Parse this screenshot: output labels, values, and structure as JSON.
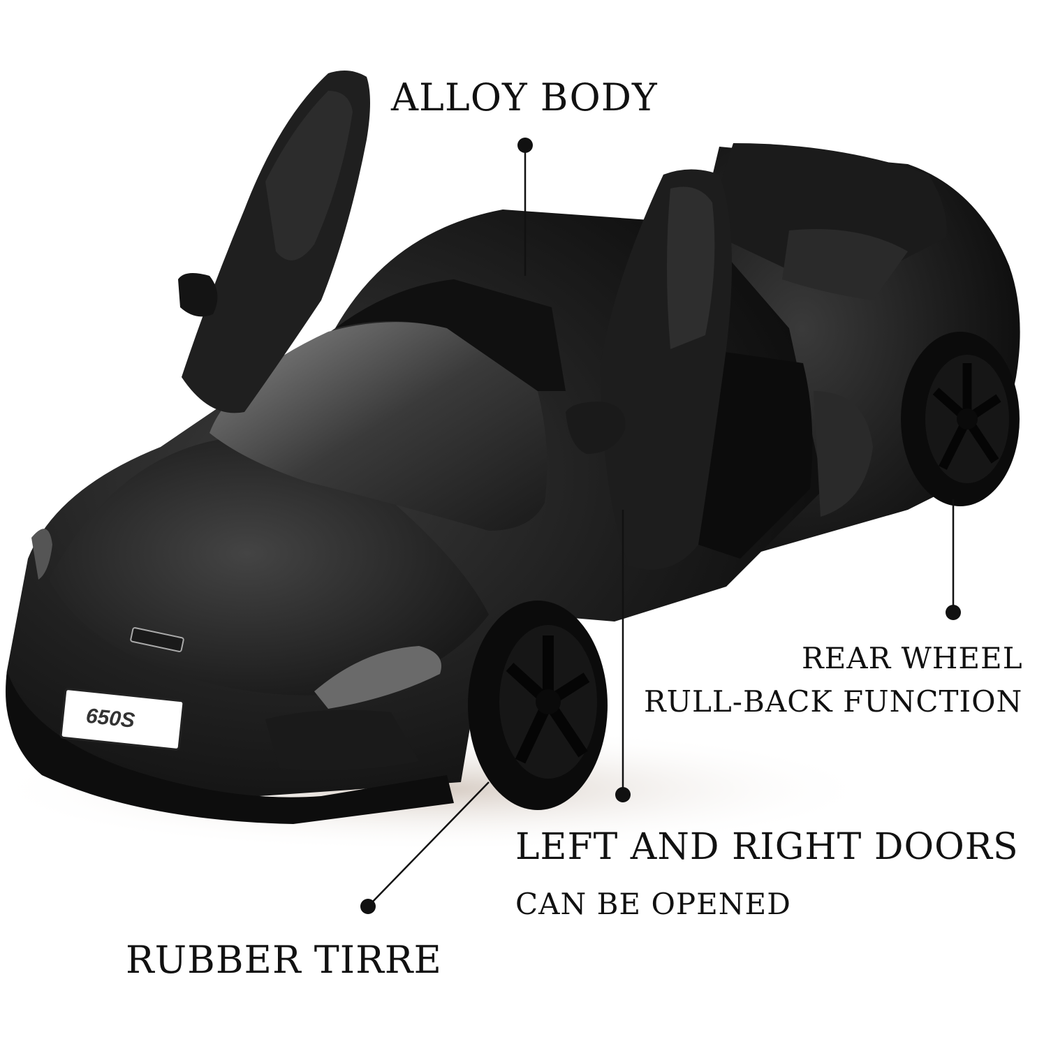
{
  "callouts": {
    "alloy_body": "ALLOY BODY",
    "rear_wheel_line1": "REAR WHEEL",
    "rear_wheel_line2": "RULL-BACK FUNCTION",
    "doors_line1": "LEFT AND RIGHT DOORS",
    "doors_line2": "CAN BE OPENED",
    "rubber_tire": "RUBBER TIRRE"
  },
  "car": {
    "badge_text": "650S",
    "body_color": "#141414",
    "plate_color": "#ffffff",
    "badge_accent": "#d6282b"
  }
}
